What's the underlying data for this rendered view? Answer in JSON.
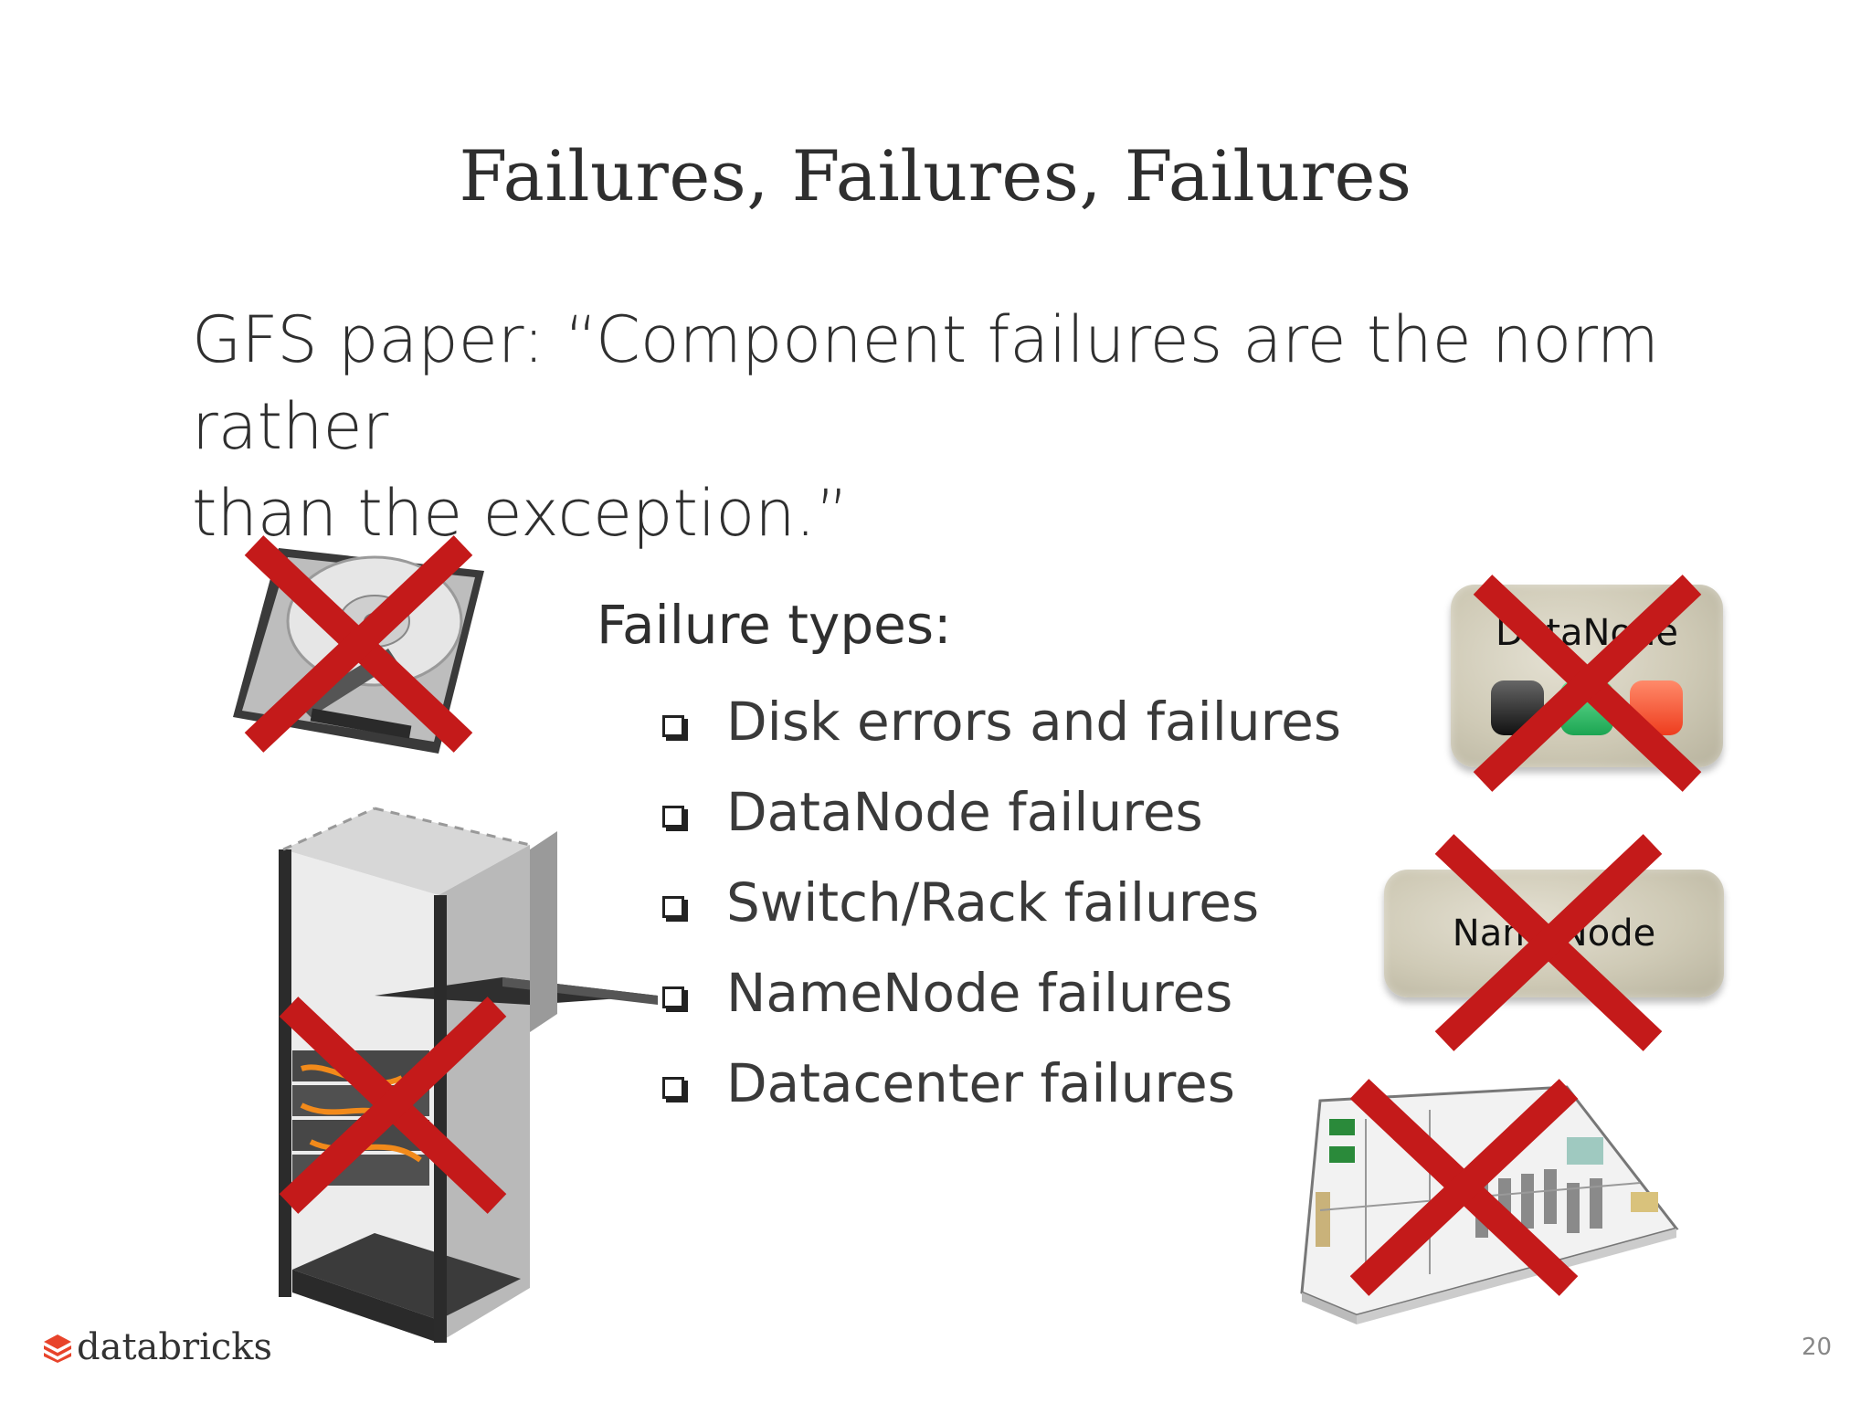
{
  "slide": {
    "title": "Failures, Failures, Failures",
    "quote_line1": "GFS paper: “Component failures are the norm rather",
    "quote_line2": "than the exception.”",
    "failure_types_heading": "Failure types:",
    "failure_types": [
      "Disk errors and failures",
      "DataNode failures",
      "Switch/Rack failures",
      "NameNode failures",
      "Datacenter failures"
    ],
    "page_number": "20"
  },
  "illustrations": {
    "datanode_label": "DataNode",
    "namenode_label": "NameNode",
    "cross_color": "#c41a1a",
    "led_colors": [
      "#1a1a1a",
      "#2fc567",
      "#ff5a3c"
    ]
  },
  "footer": {
    "brand": "databricks",
    "brand_color": "#e8442b"
  }
}
